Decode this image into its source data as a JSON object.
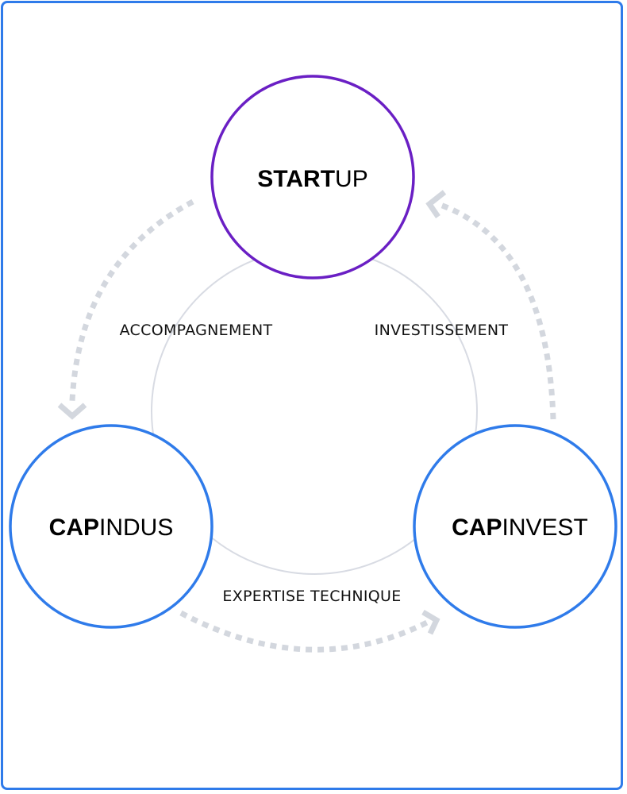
{
  "colors": {
    "frame": "#2f7bea",
    "startup_ring": "#6a1fc4",
    "cap_ring": "#2f7bea",
    "arrow": "#d3d7de",
    "background_circle": "#d8dbe3"
  },
  "nodes": {
    "startup": {
      "bold": "START",
      "rest": "UP"
    },
    "capindus": {
      "bold": "CAP",
      "rest": "INDUS"
    },
    "capinvest": {
      "bold": "CAP",
      "rest": "INVEST"
    }
  },
  "edges": {
    "accompagnement": "ACCOMPAGNEMENT",
    "investissement": "INVESTISSEMENT",
    "expertise": "EXPERTISE TECHNIQUE"
  }
}
